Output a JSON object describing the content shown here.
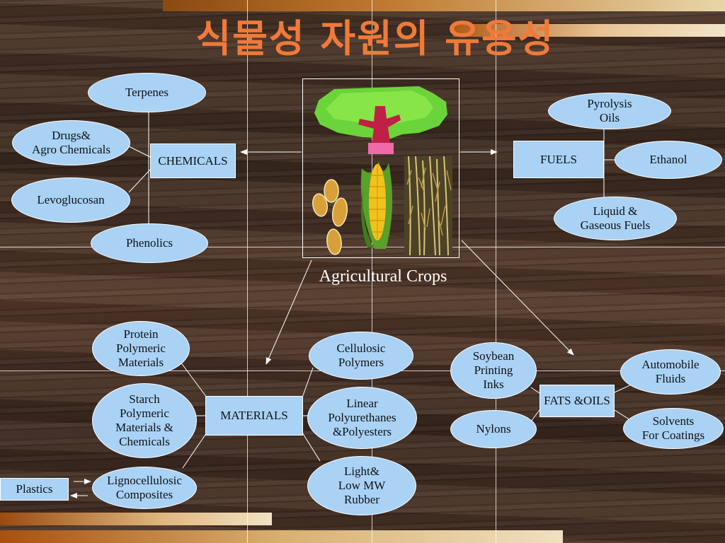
{
  "title": "식물성 자원의 유용성",
  "center": {
    "label": "Agricultural Crops"
  },
  "chemicals": {
    "label": "CHEMICALS",
    "items": [
      "Terpenes",
      "Drugs&\nAgro Chemicals",
      "Levoglucosan",
      "Phenolics"
    ]
  },
  "fuels": {
    "label": "FUELS",
    "items": [
      "Pyrolysis\nOils",
      "Ethanol",
      "Liquid &\nGaseous Fuels"
    ]
  },
  "materials": {
    "label": "MATERIALS",
    "items": [
      "Protein\nPolymeric\nMaterials",
      "Starch\nPolymeric\nMaterials &\nChemicals",
      "Lignocellulosic\nComposites",
      "Cellulosic\nPolymers",
      "Linear\nPolyurethanes\n&Polyesters",
      "Light&\nLow MW\nRubber"
    ],
    "plastics": "Plastics"
  },
  "fats_oils": {
    "label": "FATS &OILS",
    "items": [
      "Soybean\nPrinting\nInks",
      "Nylons",
      "Automobile\nFluids",
      "Solvents\nFor Coatings"
    ]
  },
  "colors": {
    "node_fill": "#a9d2f5",
    "title": "#f07a3a",
    "line": "#ffffff"
  },
  "icons": [
    "tree-icon",
    "seeds-icon",
    "corn-icon",
    "grain-stalks-icon"
  ]
}
